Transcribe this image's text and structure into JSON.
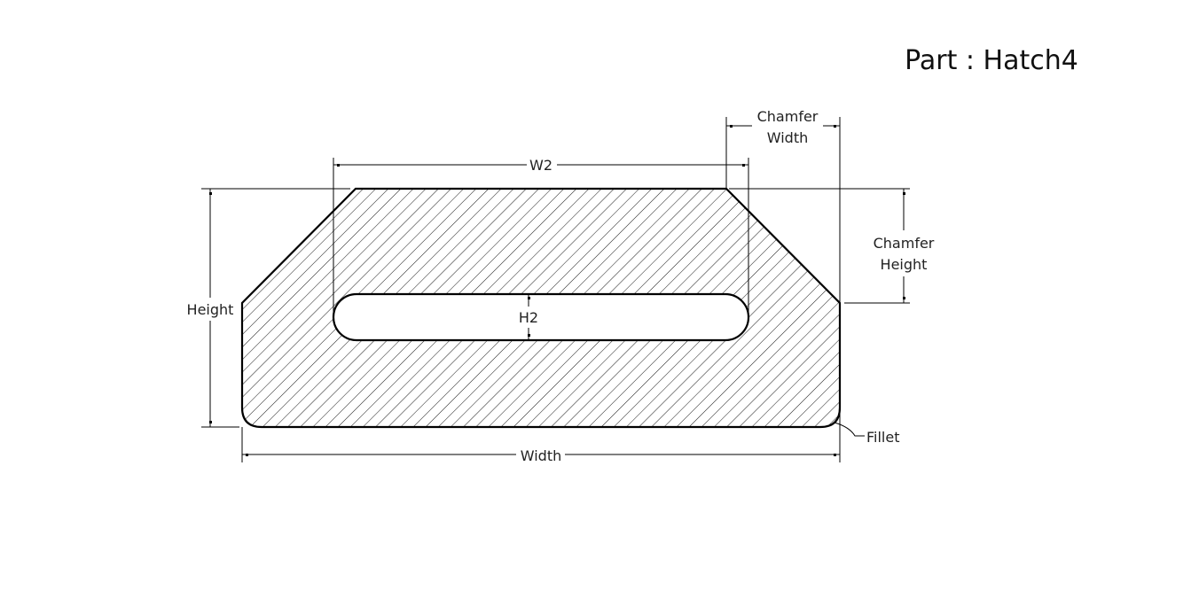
{
  "title": "Part : Hatch4",
  "labels": {
    "w2": "W2",
    "chamfer_width_line1": "Chamfer",
    "chamfer_width_line2": "Width",
    "chamfer_height_line1": "Chamfer",
    "chamfer_height_line2": "Height",
    "height": "Height",
    "h2": "H2",
    "width": "Width",
    "fillet": "Fillet"
  }
}
